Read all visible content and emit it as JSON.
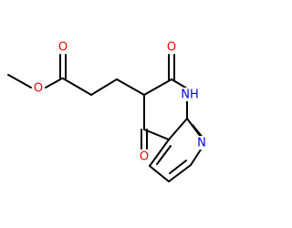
{
  "molecule": {
    "colors": {
      "bond": "#000000",
      "oxygen": "#ff0000",
      "nitrogen": "#0000ff",
      "background": "#ffffff"
    },
    "atoms": [
      {
        "id": "O_ester_single",
        "element": "O",
        "label": "O"
      },
      {
        "id": "O_ester_double",
        "element": "O",
        "label": "O"
      },
      {
        "id": "O_amide",
        "element": "O",
        "label": "O"
      },
      {
        "id": "O_ketone",
        "element": "O",
        "label": "O"
      },
      {
        "id": "NH_ring",
        "element": "N",
        "label": "NH"
      },
      {
        "id": "N_pyridine",
        "element": "N",
        "label": "N"
      }
    ]
  }
}
